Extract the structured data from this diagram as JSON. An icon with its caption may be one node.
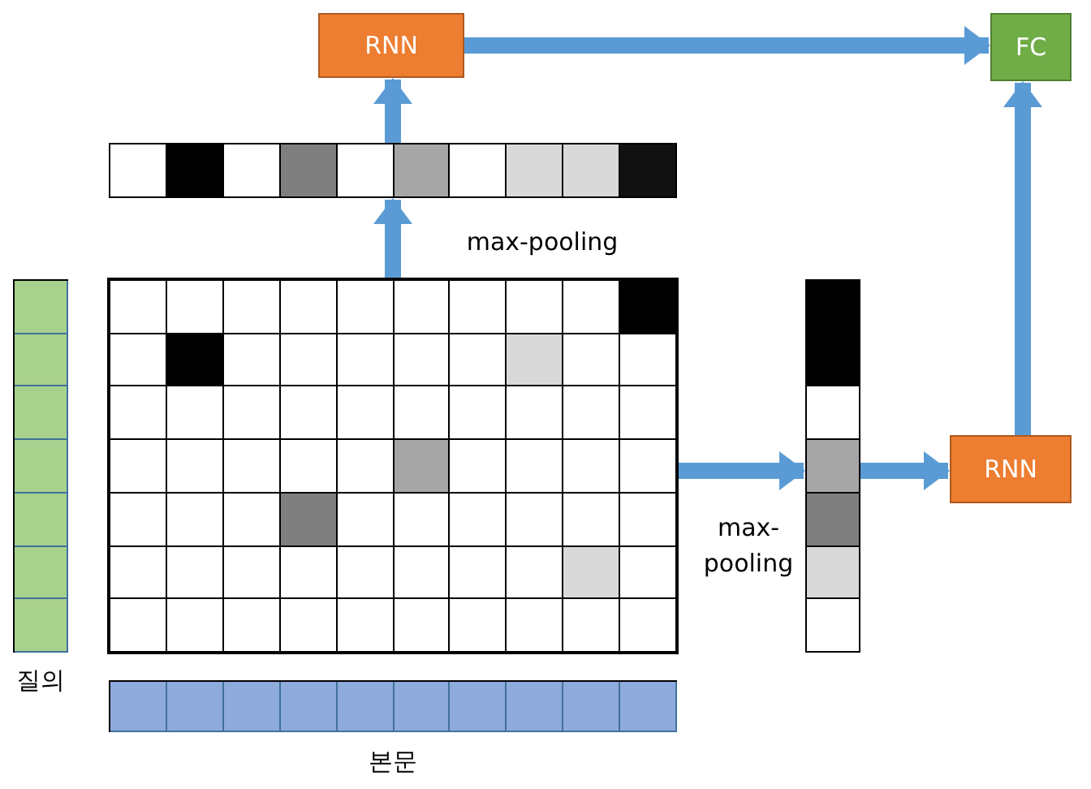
{
  "diagram": {
    "nodes": [
      {
        "text": [
          "RNN"
        ]
      },
      {
        "text": [
          "FC"
        ]
      },
      {
        "text": [],
        "shape": "bar"
      },
      {
        "text": [],
        "shape": "bar",
        "beside": [
          "질의"
        ]
      },
      {
        "text": [],
        "shape": "box"
      },
      {
        "text": [],
        "shape": "bar"
      },
      {
        "text": [
          "RNN"
        ]
      },
      {
        "text": [],
        "shape": "bar",
        "beside": [
          "본문"
        ]
      }
    ],
    "edges": [
      {
        "from": 4,
        "to": 2,
        "arrow": "to",
        "label": "max-pooling"
      },
      {
        "from": 2,
        "to": 0,
        "arrow": "to"
      },
      {
        "from": 0,
        "to": 1,
        "arrow": "to"
      },
      {
        "from": 4,
        "to": 5,
        "arrow": "to",
        "label": "max-pooling"
      },
      {
        "from": 5,
        "to": 6,
        "arrow": "to"
      },
      {
        "from": 6,
        "to": 1,
        "arrow": "to"
      }
    ]
  }
}
